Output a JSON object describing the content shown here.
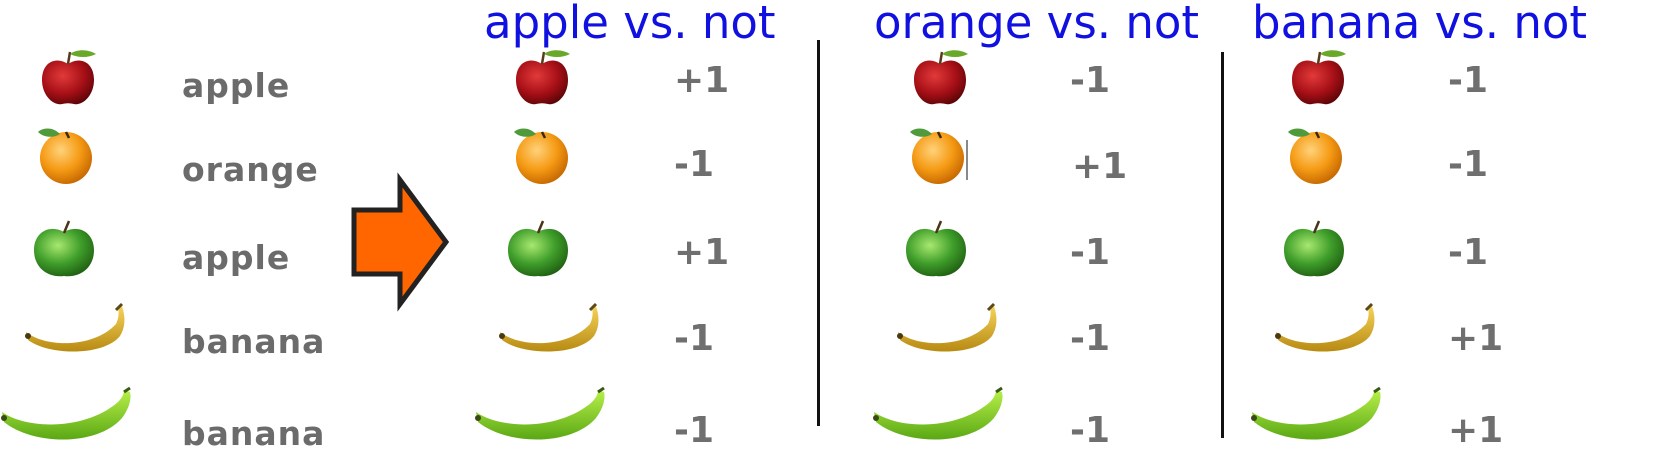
{
  "labels": [
    "apple",
    "orange",
    "apple",
    "banana",
    "banana"
  ],
  "fruits": [
    "red-apple",
    "orange",
    "green-apple",
    "yellow-banana",
    "green-banana"
  ],
  "arrow_color": "#ff6600",
  "title_color": "#1010e0",
  "classifiers": [
    {
      "title": "apple vs. not",
      "values": [
        "+1",
        "-1",
        "+1",
        "-1",
        "-1"
      ]
    },
    {
      "title": "orange vs. not",
      "values": [
        "-1",
        "+1",
        "-1",
        "-1",
        "-1"
      ]
    },
    {
      "title": "banana vs. not",
      "values": [
        "-1",
        "-1",
        "-1",
        "+1",
        "+1"
      ]
    }
  ]
}
